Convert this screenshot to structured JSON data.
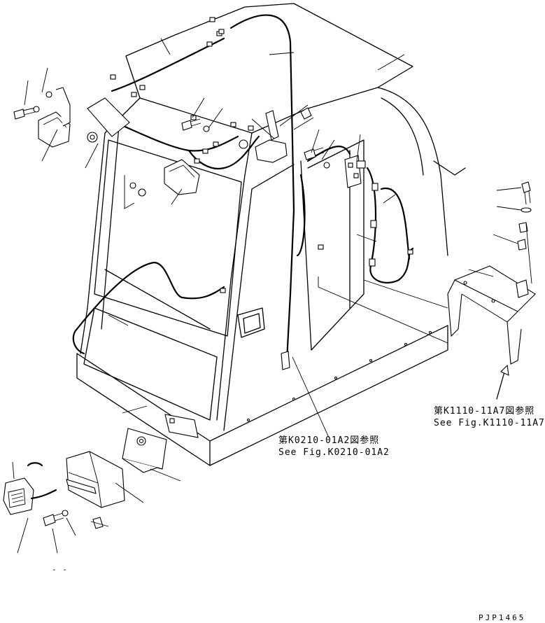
{
  "references": {
    "cab_bracket_jp": "第K1110-11A7図参照",
    "cab_bracket_en": "See Fig.K1110-11A7",
    "harness_jp": "第K0210-01A2図参照",
    "harness_en": "See Fig.K0210-01A2"
  },
  "drawing_number": "PJP1465",
  "stray_mark": "- -",
  "colors": {
    "line": "#000000",
    "background": "#ffffff"
  }
}
